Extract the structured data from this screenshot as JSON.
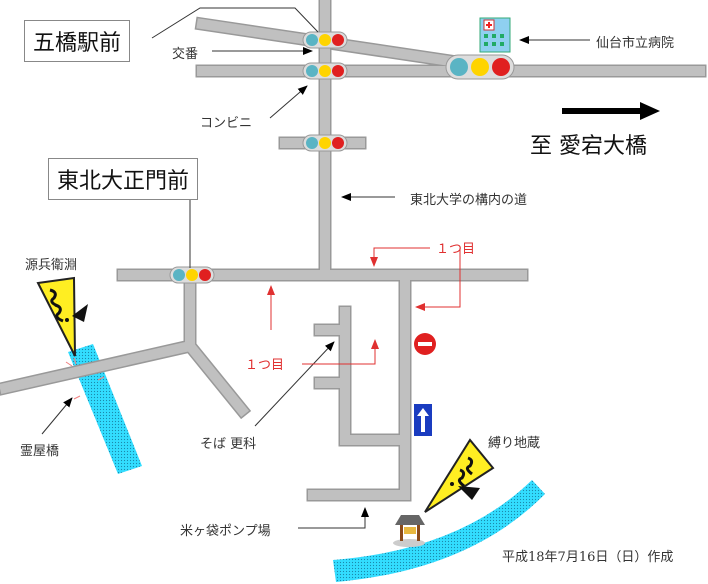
{
  "stations": {
    "gohashi": "五橋駅前",
    "tohoku": "東北大正門前"
  },
  "labels": {
    "koban": "交番",
    "konbini": "コンビニ",
    "hospital": "仙台市立病院",
    "direction": "至 愛宕大橋",
    "campus_road": "東北大学の構内の道",
    "first_turn_1": "１つ目",
    "first_turn_2": "１つ目",
    "genbe": "源兵衛淵",
    "reiyabashi": "霊屋橋",
    "soba": "そば 更科",
    "shibari_jizo": "縛り地蔵",
    "pump": "米ヶ袋ポンプ場",
    "created": "平成18年7月16日（日）作成"
  },
  "colors": {
    "road": "#c0c0c0",
    "river": "#33ddff",
    "arrow_red": "#e03030",
    "sign_yellow": "#ffee22"
  }
}
